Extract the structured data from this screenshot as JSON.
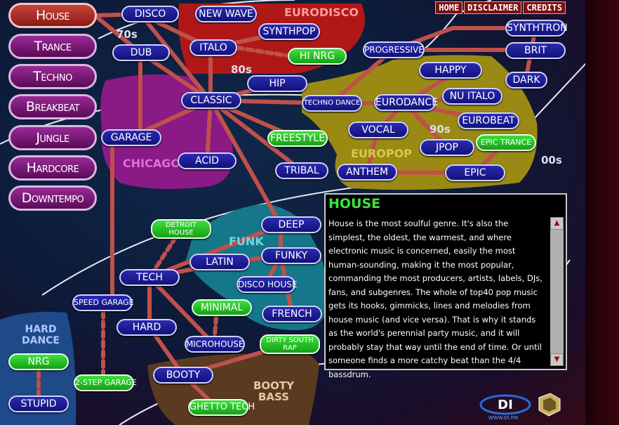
{
  "nav": {
    "home": "HOME",
    "disclaimer": "DISCLAIMER",
    "credits": "CREDITS"
  },
  "tabs": [
    {
      "id": "house",
      "label": "House",
      "active": true
    },
    {
      "id": "trance",
      "label": "Trance",
      "active": false
    },
    {
      "id": "techno",
      "label": "Techno",
      "active": false
    },
    {
      "id": "breakbeat",
      "label": "Breakbeat",
      "active": false
    },
    {
      "id": "jungle",
      "label": "Jungle",
      "active": false
    },
    {
      "id": "hardcore",
      "label": "Hardcore",
      "active": false
    },
    {
      "id": "downtempo",
      "label": "Downtempo",
      "active": false
    }
  ],
  "regions": {
    "eurodisco": "EURODISCO",
    "chicago": "CHICAGO",
    "europop": "EUROPOP",
    "funk": "FUNK",
    "hard_dance": "HARD DANCE",
    "booty_bass": "BOOTY BASS"
  },
  "eras": {
    "e70s": "70s",
    "e80s": "80s",
    "e90s": "90s",
    "e00s": "00s"
  },
  "genres": [
    {
      "id": "disco",
      "label": "DISCO"
    },
    {
      "id": "new-wave",
      "label": "NEW WAVE"
    },
    {
      "id": "synthpop",
      "label": "SYNTHPOP"
    },
    {
      "id": "italo",
      "label": "ITALO"
    },
    {
      "id": "hi-nrg",
      "label": "HI NRG"
    },
    {
      "id": "dub",
      "label": "DUB"
    },
    {
      "id": "progressive",
      "label": "PROGRESSIVE"
    },
    {
      "id": "synthtron",
      "label": "SYNTHTRON"
    },
    {
      "id": "brit",
      "label": "BRIT"
    },
    {
      "id": "dark",
      "label": "DARK"
    },
    {
      "id": "happy",
      "label": "HAPPY"
    },
    {
      "id": "hip",
      "label": "HIP"
    },
    {
      "id": "classic",
      "label": "CLASSIC"
    },
    {
      "id": "techno-dance",
      "label": "TECHNO DANCE"
    },
    {
      "id": "eurodance",
      "label": "EURODANCE"
    },
    {
      "id": "nu-italo",
      "label": "NU ITALO"
    },
    {
      "id": "eurobeat",
      "label": "EUROBEAT"
    },
    {
      "id": "vocal",
      "label": "VOCAL"
    },
    {
      "id": "jpop",
      "label": "JPOP"
    },
    {
      "id": "epic-trance",
      "label": "EPIC TRANCE"
    },
    {
      "id": "garage",
      "label": "GARAGE"
    },
    {
      "id": "freestyle",
      "label": "FREESTYLE"
    },
    {
      "id": "acid",
      "label": "ACID"
    },
    {
      "id": "tribal",
      "label": "TRIBAL"
    },
    {
      "id": "anthem",
      "label": "ANTHEM"
    },
    {
      "id": "epic",
      "label": "EPIC"
    },
    {
      "id": "detroit-house",
      "label": "DETROIT HOUSE"
    },
    {
      "id": "deep",
      "label": "DEEP"
    },
    {
      "id": "funky",
      "label": "FUNKY"
    },
    {
      "id": "latin",
      "label": "LATIN"
    },
    {
      "id": "disco-house",
      "label": "DISCO HOUSE"
    },
    {
      "id": "tech",
      "label": "TECH"
    },
    {
      "id": "speed-garage",
      "label": "SPEED GARAGE"
    },
    {
      "id": "minimal",
      "label": "MINIMAL"
    },
    {
      "id": "french",
      "label": "FRENCH"
    },
    {
      "id": "hard",
      "label": "HARD"
    },
    {
      "id": "microhouse",
      "label": "MICROHOUSE"
    },
    {
      "id": "dirty-south-rap",
      "label": "DIRTY SOUTH RAP"
    },
    {
      "id": "nrg",
      "label": "NRG"
    },
    {
      "id": "2-step-garage",
      "label": "2-STEP GARAGE"
    },
    {
      "id": "booty",
      "label": "BOOTY"
    },
    {
      "id": "ghetto-tech",
      "label": "GHETTO TECH"
    },
    {
      "id": "stupid",
      "label": "STUPID"
    }
  ],
  "info": {
    "title": "HOUSE",
    "text": "House is the most soulful genre. It's also the simplest, the oldest, the warmest, and where electronic music is concerned, easily the most human-sounding, making it the most popular, commanding the most producers, artists, labels, DJs, fans, and subgenres. The whole of top40 pop music gets its hooks, gimmicks, lines and melodies from house music (and vice versa). That is why it stands as the world's perennial party music, and it will probably stay that way until the end of time. Or until someone finds a more catchy beat than the 4/4 bassdrum."
  },
  "logo": {
    "text": "DI",
    "url": "WWW.DI.FM"
  },
  "icons": {
    "scroll_up": "triangle-up",
    "scroll_down": "triangle-down"
  },
  "colors": {
    "genre_blue": "#1a1a90",
    "genre_green": "#22c022",
    "tab_purple": "#7a1a78",
    "tab_active_red": "#b0302a",
    "link_line": "#c0504a",
    "title_green": "#38e838"
  }
}
